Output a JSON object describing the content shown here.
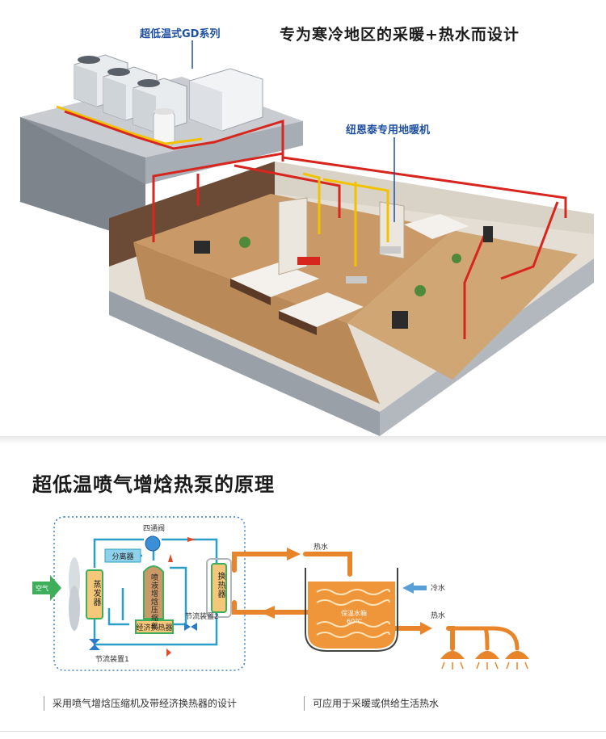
{
  "hero": {
    "title": "专为寒冷地区的采暖+热水而设计",
    "callout_outdoor_unit": "超低温式GD系列",
    "callout_floor_heating": "纽恩泰专用地暖机"
  },
  "section": {
    "title": "超低温喷气增焓热泵的原理"
  },
  "diagram": {
    "four_way_valve": "四通阀",
    "separator": "分离器",
    "evaporator": "蒸发器",
    "compressor": "喷液增焓压缩机",
    "economizer": "经济换热器",
    "heat_exchanger": "换热器",
    "throttle_1": "节流装置1",
    "throttle_2": "节流装置2",
    "air": "空气",
    "hot_water_top": "热水",
    "cold_water": "冷水",
    "hot_water_out": "热水",
    "tank_label": "保温水箱",
    "tank_temp": "60℃"
  },
  "captions": {
    "left": "采用喷气增焓压缩机及带经济换热器的设计",
    "right": "可应用于采暖或供给生活热水"
  },
  "colors": {
    "pipe_red": "#d7261e",
    "pipe_yellow": "#f2c200",
    "accent_blue": "#1f4fa0",
    "orange": "#e8852a",
    "teal": "#2aa0c8"
  }
}
